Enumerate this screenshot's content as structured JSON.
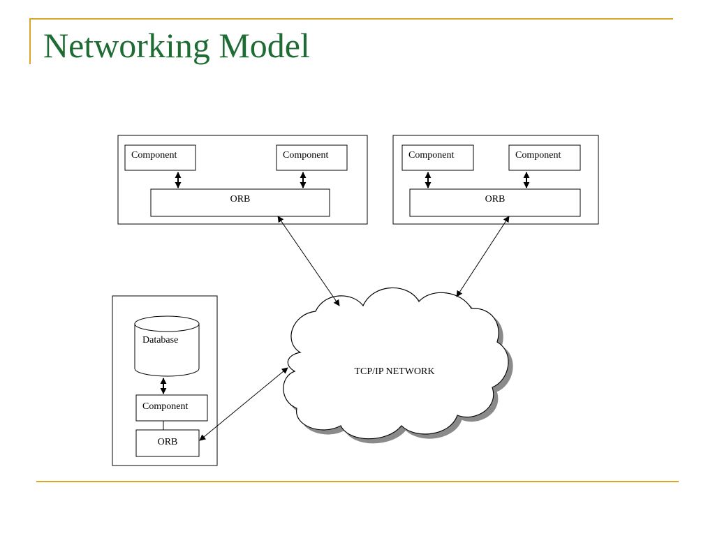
{
  "slide": {
    "title": "Networking Model",
    "colors": {
      "title": "#1f6b34",
      "accent": "#d9a52b"
    }
  },
  "diagram": {
    "host1": {
      "left_component": "Component",
      "right_component": "Component",
      "orb": "ORB"
    },
    "host2": {
      "left_component": "Component",
      "right_component": "Component",
      "orb": "ORB"
    },
    "host3": {
      "database": "Database",
      "component": "Component",
      "orb": "ORB"
    },
    "network": "TCP/IP NETWORK"
  }
}
